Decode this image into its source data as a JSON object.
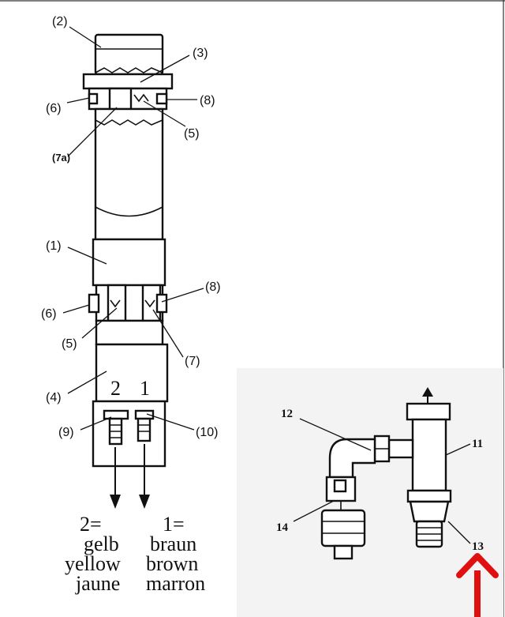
{
  "left_diagram": {
    "labels": {
      "l2": "(2)",
      "l3": "(3)",
      "l6_top": "(6)",
      "l8_top": "(8)",
      "l5_top": "(5)",
      "l7a": "(7a)",
      "l1": "(1)",
      "l8_mid": "(8)",
      "l6_mid": "(6)",
      "l5_mid": "(5)",
      "l7": "(7)",
      "l4": "(4)",
      "l9": "(9)",
      "l10": "(10)"
    },
    "terminal_left": "2",
    "terminal_right": "1",
    "wire_left": [
      "2=",
      "gelb",
      "yellow",
      "jaune"
    ],
    "wire_right": [
      "1=",
      "braun",
      "brown",
      "marron"
    ]
  },
  "right_diagram": {
    "labels": {
      "l11": "11",
      "l12": "12",
      "l13": "13",
      "l14": "14"
    }
  },
  "colors": {
    "ink": "#111111",
    "inset_bg": "#f3f3f3",
    "arrow": "#e01010"
  }
}
